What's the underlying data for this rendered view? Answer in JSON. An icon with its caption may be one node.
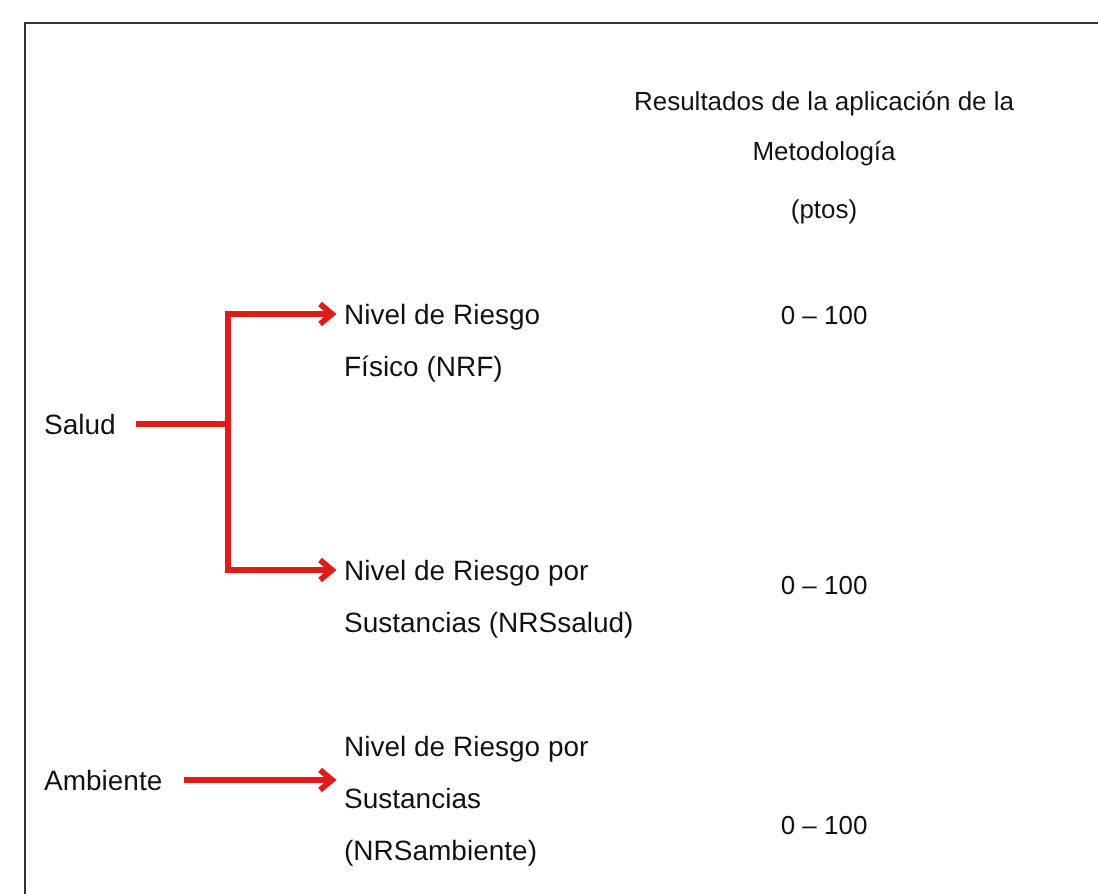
{
  "diagram": {
    "nodes": [
      {
        "text": [
          "Salud"
        ]
      },
      {
        "text": [
          "Nivel de Riesgo Físico (NRF)"
        ]
      },
      {
        "text": [
          "Nivel de Riesgo por Sustancias (NRSsalud)"
        ]
      },
      {
        "text": [
          "Ambiente"
        ]
      },
      {
        "text": [
          "Nivel de Riesgo por Sustancias (NRSambiente)"
        ]
      }
    ],
    "edges": [
      {
        "from": 0,
        "to": 1,
        "arrow": "to"
      },
      {
        "from": 0,
        "to": 2,
        "arrow": "to"
      },
      {
        "from": 3,
        "to": 4,
        "arrow": "to"
      }
    ],
    "labels": [
      "Resultados de la aplicación de la Metodología",
      "(ptos)",
      "0 – 100",
      "0 – 100",
      "0 – 100"
    ]
  }
}
